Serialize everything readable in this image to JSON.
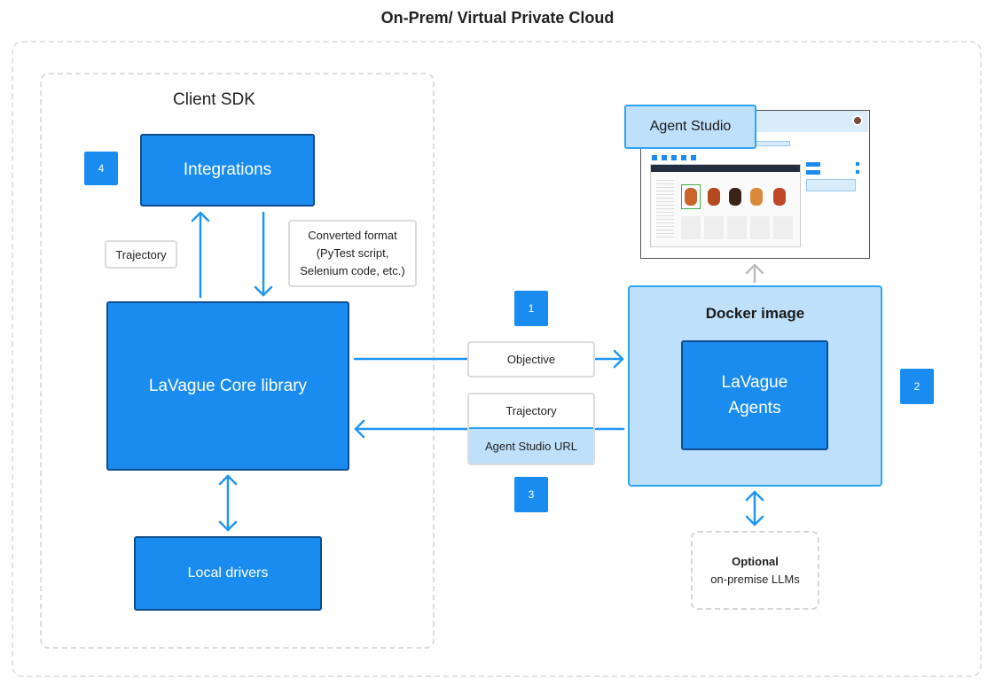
{
  "title": "On-Prem/ Virtual Private Cloud",
  "client_sdk": {
    "title": "Client SDK",
    "integrations": "Integrations",
    "core": "LaVague Core library",
    "drivers": "Local drivers",
    "trajectory": "Trajectory",
    "converted_line1": "Converted format",
    "converted_line2": "(PyTest script,",
    "converted_line3": "Selenium code, etc.)"
  },
  "exchange": {
    "objective": "Objective",
    "trajectory": "Trajectory",
    "studio_url": "Agent Studio URL"
  },
  "docker": {
    "title": "Docker image",
    "agents_line1": "LaVague",
    "agents_line2": "Agents"
  },
  "agent_studio": {
    "label": "Agent Studio"
  },
  "optional": {
    "line1": "Optional",
    "line2": "on-premise LLMs"
  },
  "badges": {
    "b1": "1",
    "b2": "2",
    "b3": "3",
    "b4": "4"
  },
  "colors": {
    "blue": "#1a8cf0",
    "dark_blue_border": "#0d4c8e",
    "light_blue": "#bfe0fb",
    "arrow_blue": "#2196f3"
  }
}
